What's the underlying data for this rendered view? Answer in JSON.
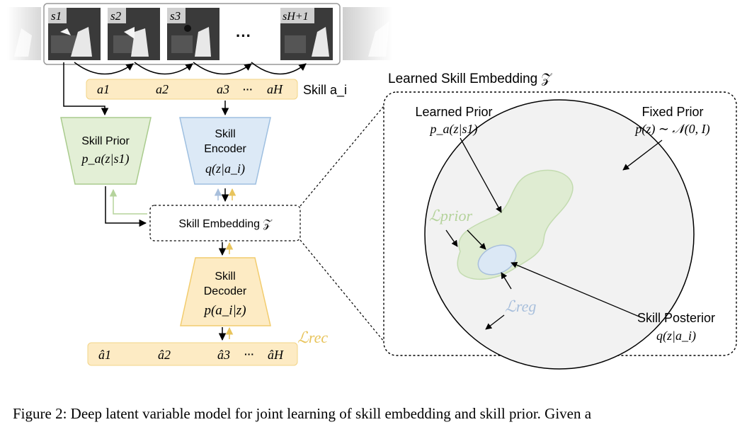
{
  "colors": {
    "prior_fill": "#e3efd6",
    "prior_stroke": "#a9cb8d",
    "encoder_fill": "#dce9f6",
    "encoder_stroke": "#9ebfe0",
    "decoder_fill": "#fdebc4",
    "decoder_stroke": "#f2cc6e",
    "action_bar_fill": "#fdebc4",
    "rec_loss": "#e8c45c",
    "reg_loss": "#a8bfdc",
    "prior_loss": "#b5d39c",
    "outer_circle_fill": "#f2f2f2",
    "blob_fill": "#dfecd2",
    "posterior_fill": "#dbe8f5"
  },
  "states": {
    "labels": [
      "s1",
      "s2",
      "s3",
      "sH+1"
    ],
    "ellipsis": "···"
  },
  "actions": {
    "labels": [
      "a1",
      "a2",
      "a3",
      "aH"
    ],
    "ellipsis": "···",
    "skill_label": "Skill a_i"
  },
  "reconstructed_actions": {
    "labels": [
      "â1",
      "â2",
      "â3",
      "âH"
    ],
    "ellipsis": "···"
  },
  "skill_prior": {
    "title": "Skill Prior",
    "formula": "p_a(z|s1)"
  },
  "skill_encoder": {
    "title_line1": "Skill",
    "title_line2": "Encoder",
    "formula": "q(z|a_i)"
  },
  "skill_embedding": {
    "label": "Skill Embedding 𝒵"
  },
  "skill_decoder": {
    "title_line1": "Skill",
    "title_line2": "Decoder",
    "formula": "p(a_i|z)"
  },
  "losses": {
    "rec": "ℒrec",
    "prior": "ℒprior",
    "reg": "ℒreg"
  },
  "zoom": {
    "title": "Learned Skill Embedding 𝒵",
    "learned_prior_title": "Learned Prior",
    "learned_prior_formula": "p_a(z|s1)",
    "fixed_prior_title": "Fixed Prior",
    "fixed_prior_formula": "p(z) ∼ 𝒩(0, I)",
    "posterior_title": "Skill Posterior",
    "posterior_formula": "q(z|a_i)"
  },
  "caption": "Figure 2: Deep latent variable model for joint learning of skill embedding and skill prior. Given a"
}
